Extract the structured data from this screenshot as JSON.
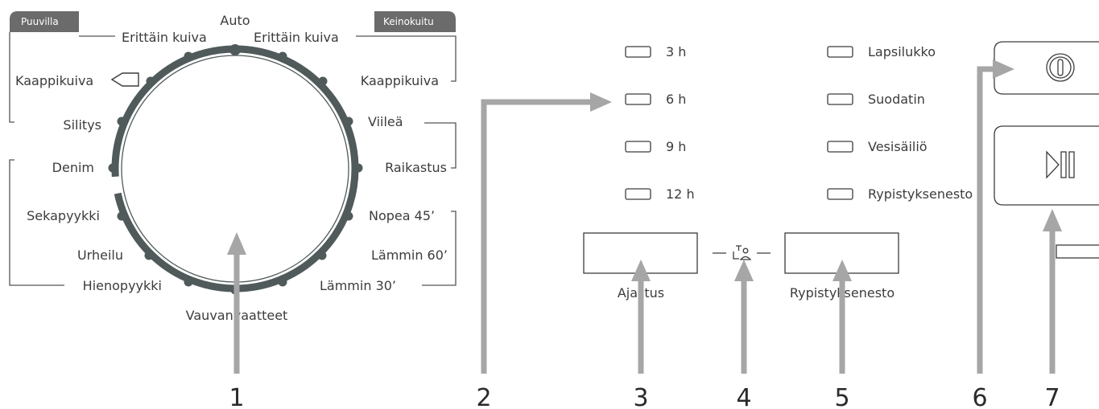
{
  "tabs": {
    "left": "Puuvilla",
    "right": "Keinokuitu"
  },
  "dial": {
    "top": "Auto",
    "programs_left": [
      "Erittäin kuiva",
      "Kaappikuiva",
      "Silitys",
      "Denim",
      "Sekapyykki",
      "Urheilu",
      "Hienopyykki"
    ],
    "programs_right": [
      "Erittäin kuiva",
      "Kaappikuiva",
      "Viileä",
      "Raikastus",
      "Nopea 45’",
      "Lämmin 60’",
      "Lämmin 30’"
    ],
    "bottom": "Vauvanvaatteet"
  },
  "timer_indicators": [
    "3 h",
    "6 h",
    "9 h",
    "12 h"
  ],
  "status_indicators": [
    "Lapsilukko",
    "Suodatin",
    "Vesisäiliö",
    "Rypistyksenesto"
  ],
  "buttons": {
    "timer": "Ajastus",
    "anticrease": "Rypistyksenesto"
  },
  "callouts": [
    "1",
    "2",
    "3",
    "4",
    "5",
    "6",
    "7"
  ],
  "colors": {
    "dial_ring": "#505a5a",
    "arrows": "#a6a6a6",
    "tabs": "#6b6b6b"
  },
  "icons": [
    "cabinet-icon",
    "child-lock-icon",
    "power-icon",
    "play-pause-icon"
  ]
}
